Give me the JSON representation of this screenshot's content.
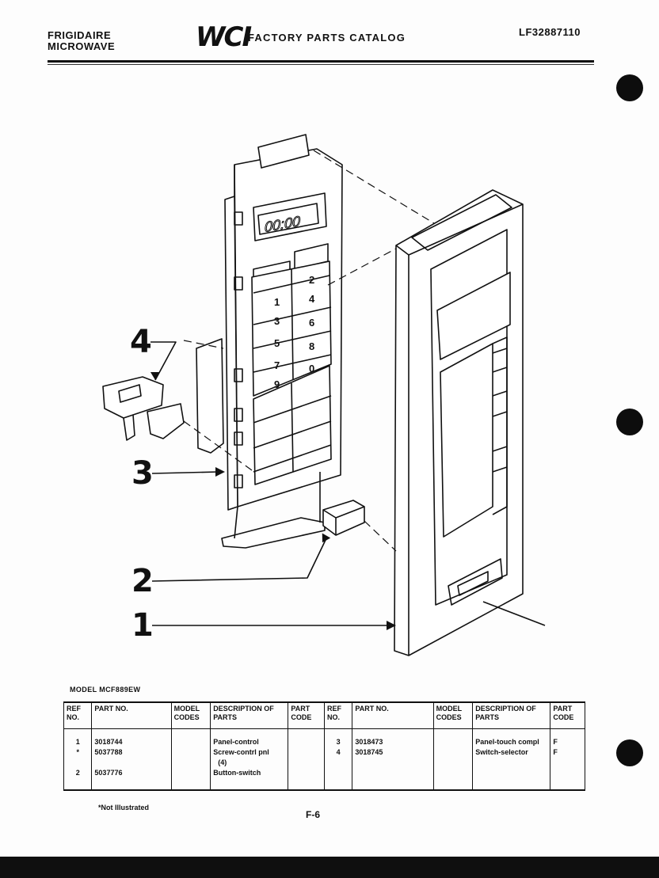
{
  "header": {
    "brand_line1": "FRIGIDAIRE",
    "brand_line2": "MICROWAVE",
    "logo_text": "WCI",
    "catalog_title": "FACTORY PARTS CATALOG",
    "document_number": "LF32887110"
  },
  "diagram": {
    "callouts": [
      "4",
      "3",
      "2",
      "1"
    ],
    "display_digits": "00:00",
    "keypad_numbers": [
      "1",
      "2",
      "3",
      "4",
      "5",
      "6",
      "7",
      "8",
      "9",
      "0"
    ]
  },
  "model_label": "MODEL MCF889EW",
  "table": {
    "headers": [
      "REF NO.",
      "PART NO.",
      "MODEL CODES",
      "DESCRIPTION OF PARTS",
      "PART CODE",
      "REF NO.",
      "PART NO.",
      "MODEL CODES",
      "DESCRIPTION OF PARTS",
      "PART CODE"
    ],
    "left": {
      "ref": [
        "1",
        "*",
        "",
        "2"
      ],
      "part": [
        "3018744",
        "5037788",
        "",
        "5037776"
      ],
      "codes": [],
      "desc": [
        "Panel-control",
        "Screw-contrl pnl",
        "(4)",
        "Button-switch"
      ],
      "part_code": []
    },
    "right": {
      "ref": [
        "3",
        "4"
      ],
      "part": [
        "3018473",
        "3018745"
      ],
      "codes": [],
      "desc": [
        "Panel-touch compl",
        "Switch-selector"
      ],
      "part_code": [
        "F",
        "F"
      ]
    }
  },
  "footnote": "*Not Illustrated",
  "page_number": "F-6"
}
